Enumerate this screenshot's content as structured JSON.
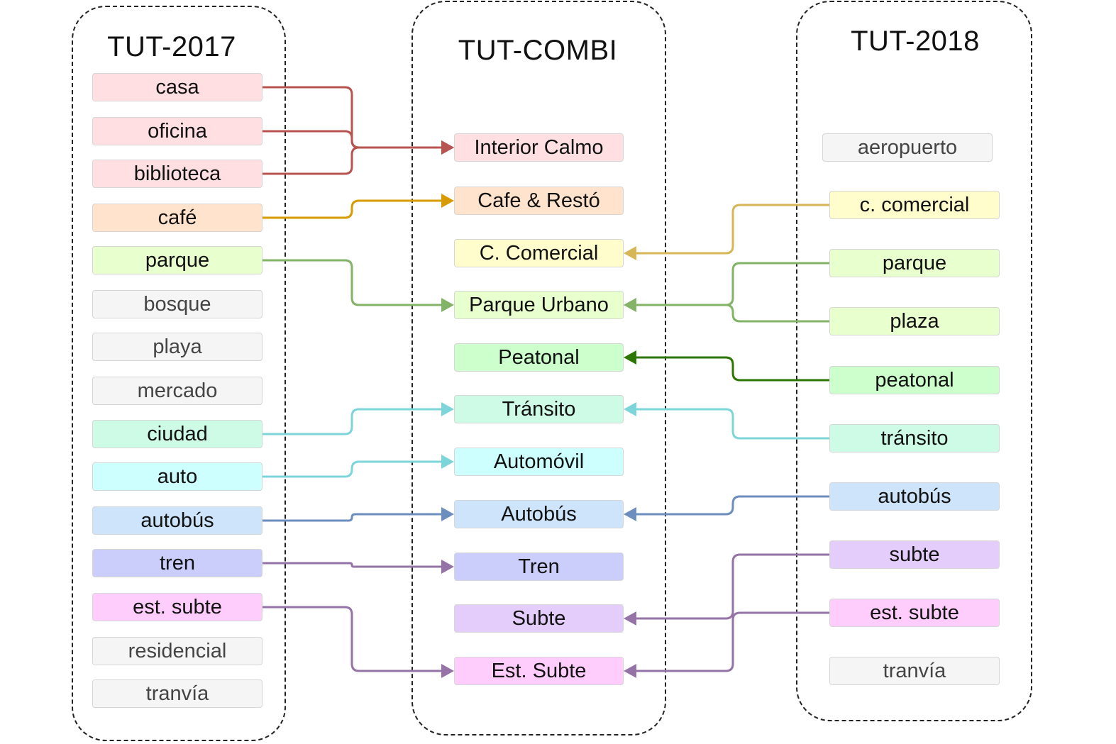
{
  "groups": {
    "tut2017": {
      "title": "TUT-2017"
    },
    "combi": {
      "title": "TUT-COMBI"
    },
    "tut2018": {
      "title": "TUT-2018"
    }
  },
  "colors": {
    "red_edge": "#b85450",
    "orange_edge": "#d79b00",
    "yellow_edge": "#d6b656",
    "green_edge": "#82b366",
    "dark_green_edge": "#2d7600",
    "teal_edge": "#7dd5d9",
    "blue_edge": "#6c8ebf",
    "purple_edge": "#9673a6"
  },
  "nodes": {
    "l_casa": {
      "label": "casa",
      "fill": "#ffdfe2"
    },
    "l_oficina": {
      "label": "oficina",
      "fill": "#ffdfe2"
    },
    "l_biblioteca": {
      "label": "biblioteca",
      "fill": "#ffdfe2"
    },
    "l_cafe": {
      "label": "café",
      "fill": "#ffe3cc"
    },
    "l_parque": {
      "label": "parque",
      "fill": "#e8ffce"
    },
    "l_bosque": {
      "label": "bosque",
      "fill": "#f5f5f5",
      "muted": true
    },
    "l_playa": {
      "label": "playa",
      "fill": "#f5f5f5",
      "muted": true
    },
    "l_mercado": {
      "label": "mercado",
      "fill": "#f5f5f5",
      "muted": true
    },
    "l_ciudad": {
      "label": "ciudad",
      "fill": "#cdfbe5"
    },
    "l_auto": {
      "label": "auto",
      "fill": "#ccfffe"
    },
    "l_autobus": {
      "label": "autobús",
      "fill": "#cde4fb"
    },
    "l_tren": {
      "label": "tren",
      "fill": "#cbcdfa"
    },
    "l_estsubte": {
      "label": "est. subte",
      "fill": "#ffcdfc"
    },
    "l_residencial": {
      "label": "residencial",
      "fill": "#f5f5f5",
      "muted": true
    },
    "l_tranvia": {
      "label": "tranvía",
      "fill": "#f5f5f5",
      "muted": true
    },
    "c_interior": {
      "label": "Interior Calmo",
      "fill": "#ffdfe2"
    },
    "c_cafe": {
      "label": "Cafe & Restó",
      "fill": "#ffe3cc"
    },
    "c_comercial": {
      "label": "C. Comercial",
      "fill": "#fffdcc"
    },
    "c_parque": {
      "label": "Parque Urbano",
      "fill": "#e8ffce"
    },
    "c_peatonal": {
      "label": "Peatonal",
      "fill": "#ccffcc"
    },
    "c_transito": {
      "label": "Tránsito",
      "fill": "#cdfbe5"
    },
    "c_automovil": {
      "label": "Automóvil",
      "fill": "#ccfffe"
    },
    "c_autobus": {
      "label": "Autobús",
      "fill": "#cde4fb"
    },
    "c_tren": {
      "label": "Tren",
      "fill": "#cbcdfa"
    },
    "c_subte": {
      "label": "Subte",
      "fill": "#e5cdfb"
    },
    "c_estsubte": {
      "label": "Est. Subte",
      "fill": "#ffcdfc"
    },
    "r_aeropuerto": {
      "label": "aeropuerto",
      "fill": "#f5f5f5",
      "muted": true
    },
    "r_comercial": {
      "label": "c. comercial",
      "fill": "#fffdcc"
    },
    "r_parque": {
      "label": "parque",
      "fill": "#e8ffce"
    },
    "r_plaza": {
      "label": "plaza",
      "fill": "#e8ffce"
    },
    "r_peatonal": {
      "label": "peatonal",
      "fill": "#ccffcc"
    },
    "r_transito": {
      "label": "tránsito",
      "fill": "#cdfbe5"
    },
    "r_autobus": {
      "label": "autobús",
      "fill": "#cde4fb"
    },
    "r_subte": {
      "label": "subte",
      "fill": "#e5cdfb"
    },
    "r_estsubte": {
      "label": "est. subte",
      "fill": "#ffcdfc"
    },
    "r_tranvia": {
      "label": "tranvía",
      "fill": "#f5f5f5",
      "muted": true
    }
  },
  "edges": [
    {
      "from": "l_casa",
      "to": "c_interior",
      "color": "#b85450"
    },
    {
      "from": "l_oficina",
      "to": "c_interior",
      "color": "#b85450"
    },
    {
      "from": "l_biblioteca",
      "to": "c_interior",
      "color": "#b85450"
    },
    {
      "from": "l_cafe",
      "to": "c_cafe",
      "color": "#d79b00"
    },
    {
      "from": "l_parque",
      "to": "c_parque",
      "color": "#82b366"
    },
    {
      "from": "l_ciudad",
      "to": "c_transito",
      "color": "#7dd5d9"
    },
    {
      "from": "l_auto",
      "to": "c_automovil",
      "color": "#7dd5d9"
    },
    {
      "from": "l_autobus",
      "to": "c_autobus",
      "color": "#6c8ebf"
    },
    {
      "from": "l_tren",
      "to": "c_tren",
      "color": "#9673a6"
    },
    {
      "from": "l_estsubte",
      "to": "c_estsubte",
      "color": "#9673a6"
    },
    {
      "from": "r_comercial",
      "to": "c_comercial",
      "color": "#d6b656"
    },
    {
      "from": "r_parque",
      "to": "c_parque",
      "color": "#82b366"
    },
    {
      "from": "r_plaza",
      "to": "c_parque",
      "color": "#82b366"
    },
    {
      "from": "r_peatonal",
      "to": "c_peatonal",
      "color": "#2d7600"
    },
    {
      "from": "r_transito",
      "to": "c_transito",
      "color": "#7dd5d9"
    },
    {
      "from": "r_autobus",
      "to": "c_autobus",
      "color": "#6c8ebf"
    },
    {
      "from": "r_subte",
      "to": "c_subte",
      "color": "#9673a6"
    },
    {
      "from": "r_estsubte",
      "to": "c_estsubte",
      "color": "#9673a6"
    }
  ]
}
